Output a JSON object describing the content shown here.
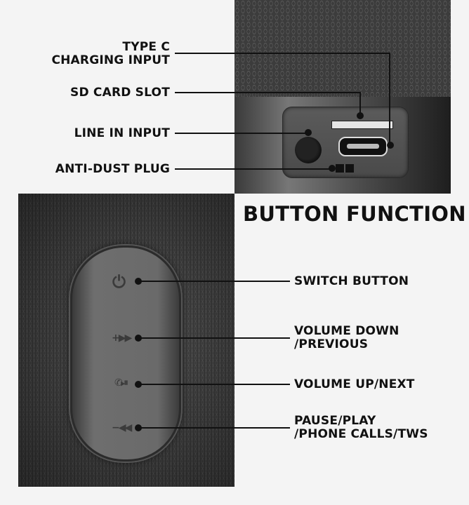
{
  "ports": {
    "labels": [
      {
        "id": "type-c",
        "line1": "TYPE C",
        "line2": "CHARGING INPUT"
      },
      {
        "id": "sd-card",
        "line1": "SD CARD SLOT"
      },
      {
        "id": "line-in",
        "line1": "LINE IN INPUT"
      },
      {
        "id": "anti-dust",
        "line1": "ANTI-DUST PLUG"
      }
    ]
  },
  "buttons": {
    "title": "BUTTON FUNCTION",
    "labels": [
      {
        "id": "switch",
        "line1": "SWITCH BUTTON",
        "icon": "power-icon",
        "glyph": "⏻"
      },
      {
        "id": "vol-down",
        "line1": "VOLUME DOWN",
        "line2": "/PREVIOUS",
        "icon": "plus-forward-icon",
        "glyph": "+▶▶"
      },
      {
        "id": "vol-up",
        "line1": "VOLUME UP/NEXT",
        "icon": "phone-play-pause-icon",
        "glyph": "✆⏯"
      },
      {
        "id": "pause-play",
        "line1": "PAUSE/PLAY",
        "line2": "/PHONE CALLS/TWS",
        "icon": "minus-rewind-icon",
        "glyph": "−◀◀"
      }
    ]
  }
}
